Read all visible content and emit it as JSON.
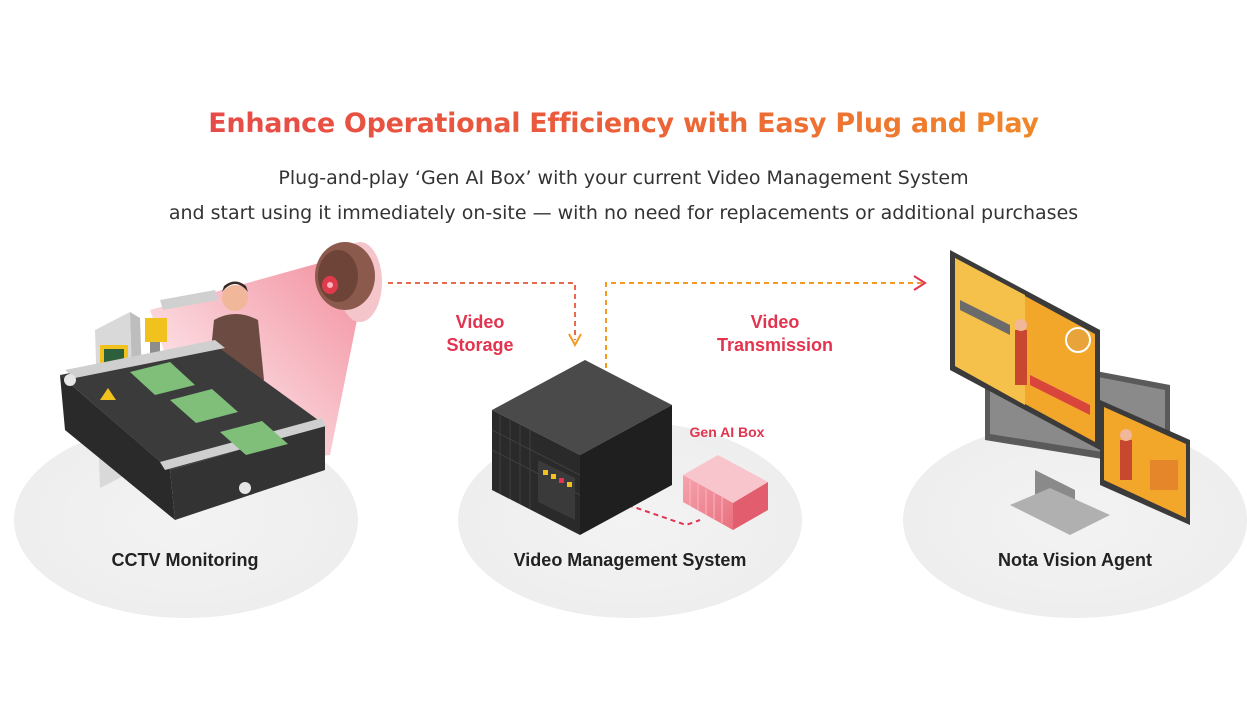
{
  "header": {
    "title": "Enhance Operational Efficiency with Easy Plug and Play",
    "subtitle_line1": "Plug-and-play ‘Gen AI Box’ with your current Video Management System",
    "subtitle_line2": "and start using it immediately on-site — with no need for replacements or additional purchases"
  },
  "flow": {
    "storage_line1": "Video",
    "storage_line2": "Storage",
    "transmission_line1": "Video",
    "transmission_line2": "Transmission",
    "gen_ai_box": "Gen AI Box"
  },
  "stages": {
    "cctv": "CCTV Monitoring",
    "vms": "Video Management System",
    "agent": "Nota Vision Agent"
  },
  "colors": {
    "accent_red": "#e3344f",
    "accent_orange": "#f39a22",
    "platform": "#f1f1f1"
  }
}
